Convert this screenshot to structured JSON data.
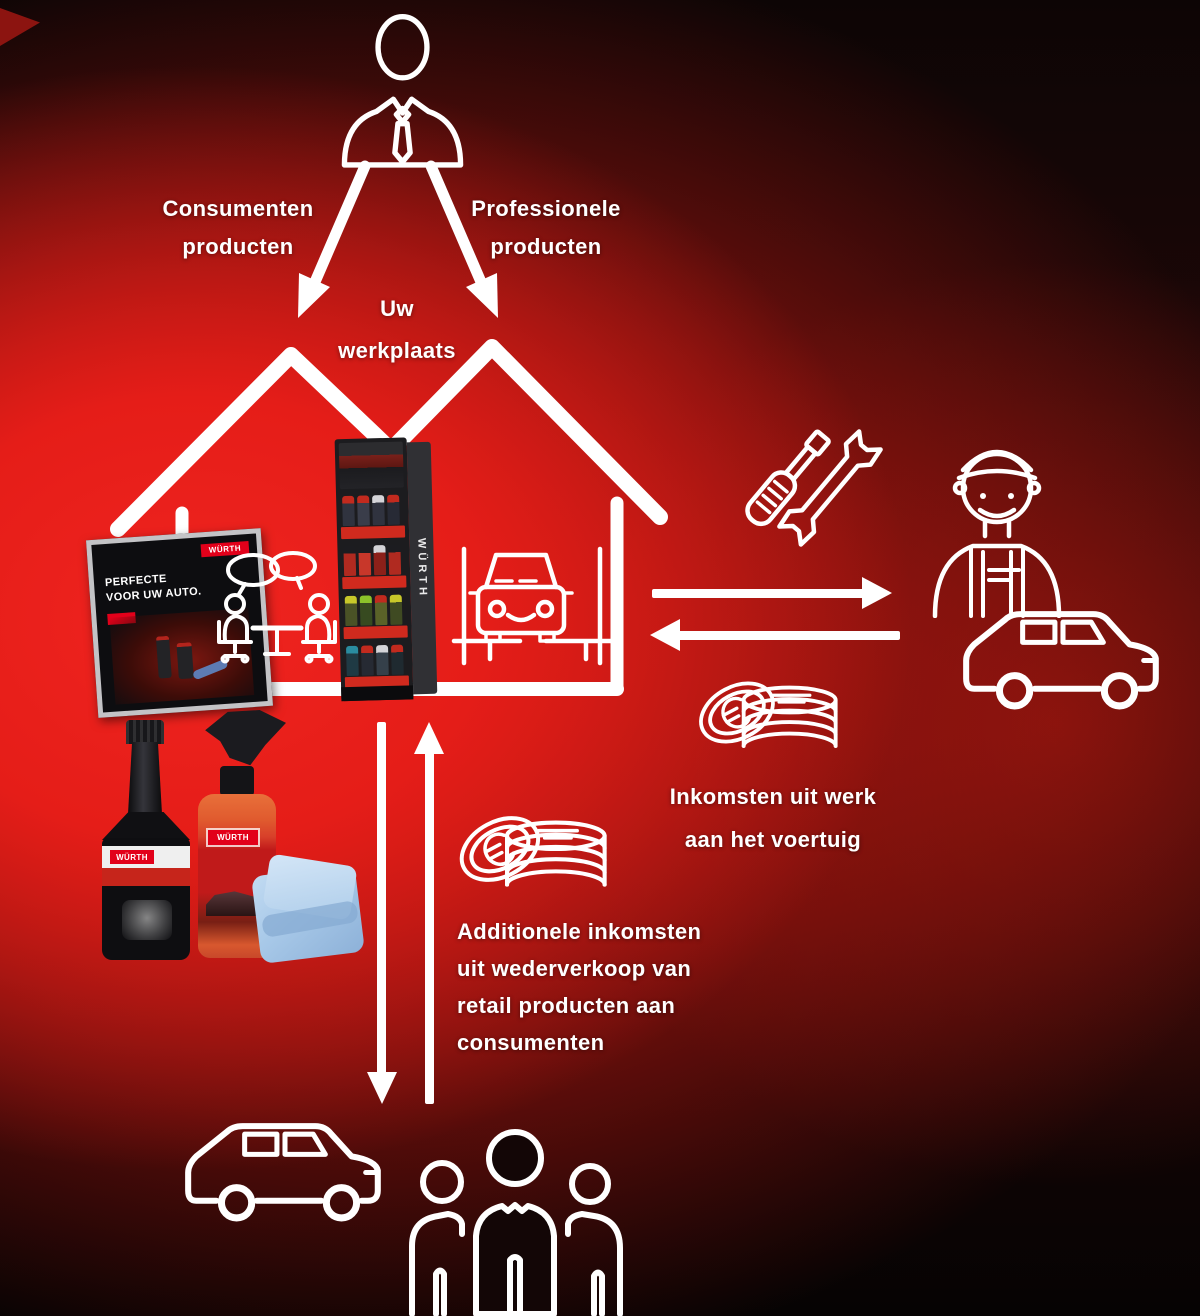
{
  "colors": {
    "bright_red": "#e81d18",
    "wurth_red": "#e2001a",
    "background_black": "#0a0404",
    "cloth_blue": "#a9c9e8",
    "white": "#ffffff"
  },
  "labels": {
    "consumer_products": {
      "line1": "Consumenten",
      "line2": "producten"
    },
    "professional_products": {
      "line1": "Professionele",
      "line2": "producten"
    },
    "workshop": {
      "line1": "Uw",
      "line2": "werkplaats"
    },
    "work_income": {
      "line1": "Inkomsten uit werk",
      "line2": "aan het voertuig"
    },
    "additional_income": {
      "line1": "Additionele inkomsten",
      "line2": "uit wederverkoop van",
      "line3": "retail producten aan",
      "line4": "consumenten"
    }
  },
  "sign_board": {
    "brand": "WÜRTH",
    "headline_line1": "PERFECTE",
    "headline_line2": "VOOR UW AUTO."
  },
  "display_rack": {
    "side_brand": "WÜRTH"
  },
  "products": {
    "additive_bottle_brand": "WÜRTH",
    "spray_bottle_brand": "WÜRTH"
  },
  "icons": {
    "top": "businessman-icon",
    "consultation": "customer-meeting-icon",
    "lift": "car-on-lift-icon",
    "tools": "screwdriver-and-wrench-icon",
    "mechanic": "mechanic-icon",
    "car_right": "car-icon",
    "coins": "euro-coins-icon",
    "car_bottom": "car-icon",
    "consumers": "people-group-icon"
  }
}
